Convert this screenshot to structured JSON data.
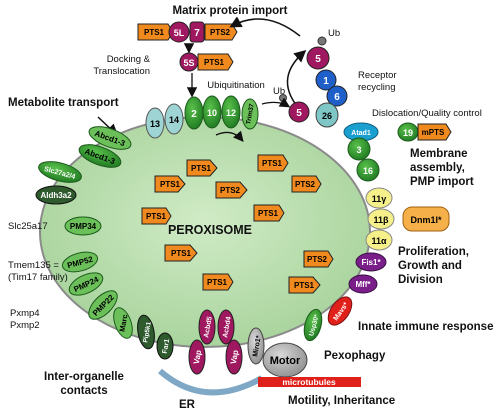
{
  "title": "Matrix protein import",
  "labels": {
    "docking": "Docking &",
    "translocation": "Translocation",
    "ubiquitination": "Ubiquitination",
    "receptor": "Receptor",
    "recycling": "recycling",
    "metabolite": "Metabolite transport",
    "dislocation": "Dislocation/Quality control",
    "membrane1": "Membrane",
    "membrane2": "assembly,",
    "membrane3": "PMP import",
    "peroxisome": "PEROXISOME",
    "slc25": "Slc25a17",
    "tmem1": "Tmem135 =",
    "tmem2": "(Tim17 family)",
    "pxmp4": "Pxmp4",
    "pxmp2": "Pxmp2",
    "prolif1": "Proliferation,",
    "prolif2": "Growth and",
    "prolif3": "Division",
    "innate": "Innate immune response",
    "pexophagy": "Pexophagy",
    "inter1": "Inter-organelle",
    "inter2": "contacts",
    "er": "ER",
    "motility": "Motility, Inheritance",
    "microtubules": "microtubules",
    "motor": "Motor",
    "ub": "Ub"
  },
  "proteins": {
    "p13": "13",
    "p14": "14",
    "p2": "2",
    "p10": "10",
    "p12": "12",
    "trim37": "Trim37",
    "p5": "5",
    "p7": "7",
    "p1": "1",
    "p6": "6",
    "p26": "26",
    "atad1": "Atad1",
    "p19": "19",
    "mpts": "mPTS",
    "p3": "3",
    "p16": "16",
    "p11g": "11γ",
    "p11b": "11β",
    "p11a": "11α",
    "dnm1l": "Dnm1l*",
    "fis1": "Fis1*",
    "mff": "Mff*",
    "mavs": "Mavs*",
    "usp30": "Usp30*",
    "miro1": "Miro1*",
    "abcd13a": "Abcd1-3",
    "abcd13b": "Abcd1-3",
    "slc27": "Slc27a2/4",
    "aldh3a2": "Aldh3a2",
    "pmp34": "PMP34",
    "pmp52": "PMP52",
    "pmp24": "PMP24",
    "pmp22": "PMP22",
    "marc": "Marc",
    "pex16": "Pip5k1",
    "far1": "Far1",
    "vap1": "Vap",
    "acbd5": "Acbd5",
    "acbd4": "Acbd4",
    "vap2": "Vap"
  },
  "cargo": {
    "pts1": "PTS1",
    "pts2": "PTS2",
    "p5l": "5L",
    "p7": "7",
    "p5s": "5S"
  },
  "colors": {
    "peroxisome_fill": "#b9ddb0",
    "membrane_outline": "#7d7d7d",
    "dark_green": "#2f8f2f",
    "light_green": "#6cc05a",
    "pts_fill": "#f08a1e",
    "teal": "#7fc6c6",
    "magenta": "#a0185f",
    "blue": "#1f5fc9",
    "purple": "#7a1f8a",
    "red": "#e0211b",
    "pale_yellow": "#f5f08a"
  }
}
